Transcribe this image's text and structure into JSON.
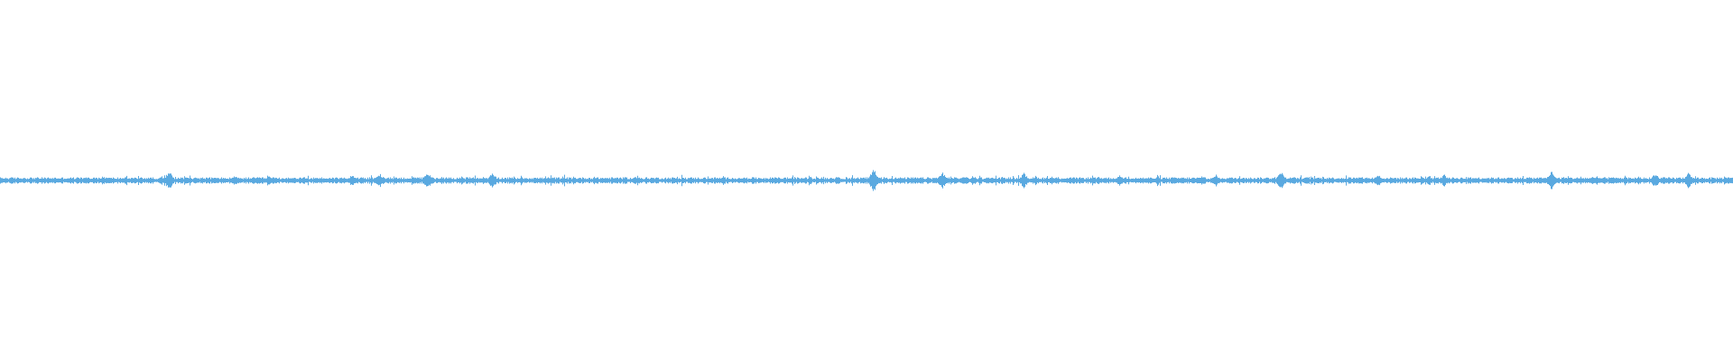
{
  "waveform": {
    "color": "#5aa9e0",
    "background": "#ffffff",
    "normalized_peak_amplitude": 1.0,
    "bursts": [
      {
        "t": 0.0975,
        "amp": 1.0
      },
      {
        "t": 0.135,
        "amp": 0.45
      },
      {
        "t": 0.155,
        "amp": 0.4
      },
      {
        "t": 0.203,
        "amp": 0.55
      },
      {
        "t": 0.219,
        "amp": 0.65
      },
      {
        "t": 0.2465,
        "amp": 0.85
      },
      {
        "t": 0.284,
        "amp": 0.75
      },
      {
        "t": 0.366,
        "amp": 0.4
      },
      {
        "t": 0.429,
        "amp": 0.3
      },
      {
        "t": 0.504,
        "amp": 1.2
      },
      {
        "t": 0.5435,
        "amp": 0.8
      },
      {
        "t": 0.556,
        "amp": 0.45
      },
      {
        "t": 0.5905,
        "amp": 0.75
      },
      {
        "t": 0.646,
        "amp": 0.5
      },
      {
        "t": 0.7015,
        "amp": 0.55
      },
      {
        "t": 0.739,
        "amp": 0.85
      },
      {
        "t": 0.795,
        "amp": 0.6
      },
      {
        "t": 0.833,
        "amp": 0.55
      },
      {
        "t": 0.895,
        "amp": 0.95
      },
      {
        "t": 0.955,
        "amp": 0.7
      },
      {
        "t": 0.974,
        "amp": 0.75
      }
    ]
  }
}
